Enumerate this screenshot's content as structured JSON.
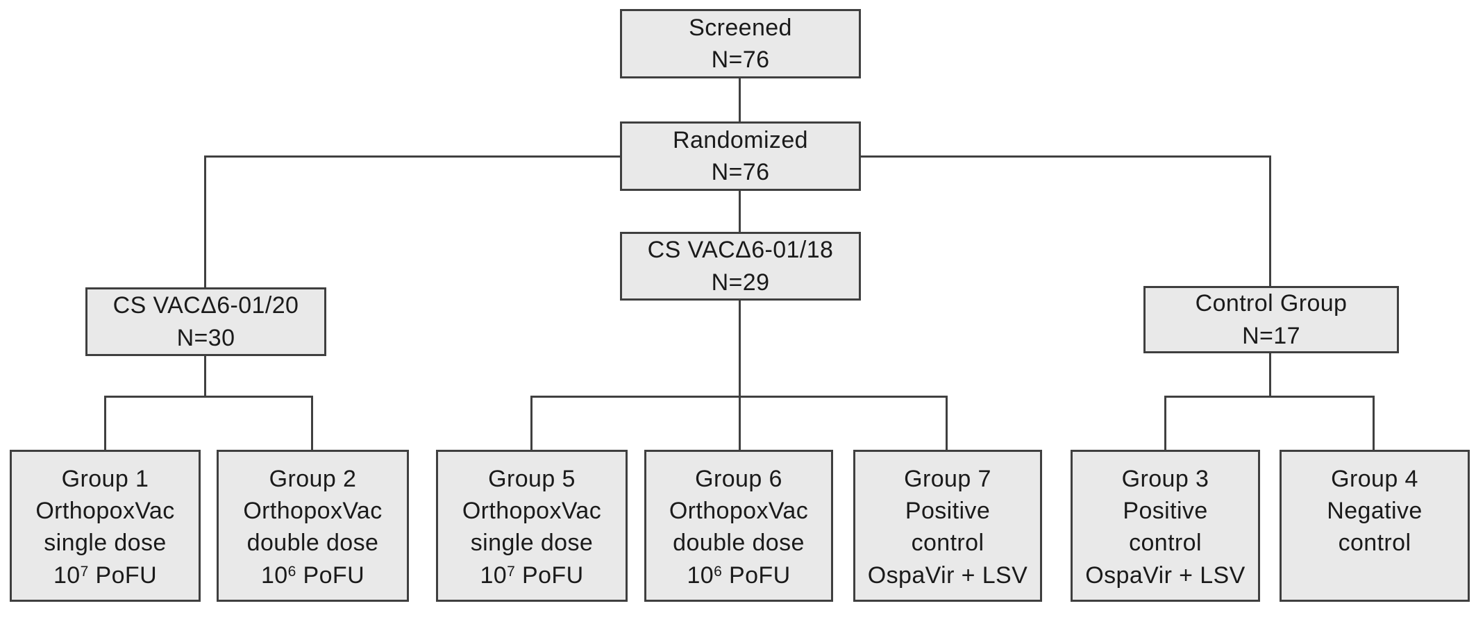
{
  "diagram": {
    "type": "flowchart",
    "background": "#ffffff",
    "box_fill": "#e9e9e9",
    "box_border": "#3f3f3f",
    "line_color": "#404040",
    "text_color": "#1a1a1a"
  },
  "nodes": {
    "screened": {
      "line1": "Screened",
      "line2": "N=76"
    },
    "randomized": {
      "line1": "Randomized",
      "line2": "N=76"
    },
    "cs_vac_18": {
      "line1": "CS VACΔ6-01/18",
      "line2": "N=29"
    },
    "cs_vac_20": {
      "line1": "CS VACΔ6-01/20",
      "line2": "N=30"
    },
    "control_group": {
      "line1": "Control Group",
      "line2": "N=17"
    },
    "group1": {
      "line1": "Group 1",
      "line2": "OrthopoxVac",
      "line3": "single dose",
      "dose_base": "10",
      "dose_exp": "7",
      "dose_unit": " PoFU"
    },
    "group2": {
      "line1": "Group 2",
      "line2": "OrthopoxVac",
      "line3": "double dose",
      "dose_base": "10",
      "dose_exp": "6",
      "dose_unit": " PoFU"
    },
    "group5": {
      "line1": "Group 5",
      "line2": "OrthopoxVac",
      "line3": "single dose",
      "dose_base": "10",
      "dose_exp": "7",
      "dose_unit": " PoFU"
    },
    "group6": {
      "line1": "Group 6",
      "line2": "OrthopoxVac",
      "line3": "double dose",
      "dose_base": "10",
      "dose_exp": "6",
      "dose_unit": " PoFU"
    },
    "group7": {
      "line1": "Group 7",
      "line2": "Positive",
      "line3": "control",
      "line4": "OspaVir + LSV"
    },
    "group3": {
      "line1": "Group 3",
      "line2": "Positive",
      "line3": "control",
      "line4": "OspaVir + LSV"
    },
    "group4": {
      "line1": "Group 4",
      "line2": "Negative",
      "line3": "control"
    }
  }
}
